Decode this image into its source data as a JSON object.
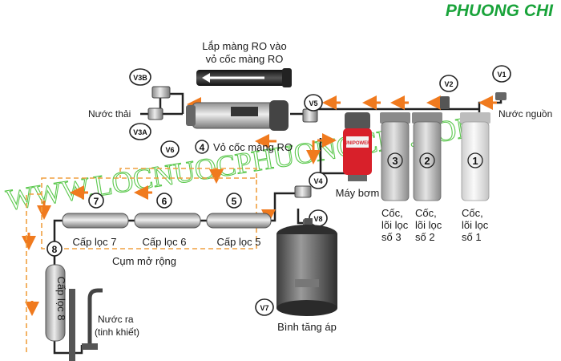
{
  "brand": "PHUONG CHI",
  "watermark": "WWW.LOCNUOCPHUONGCHI.COM",
  "ro_note_line1": "Lắp màng RO  vào",
  "ro_note_line2": "vỏ cốc màng RO",
  "labels": {
    "waste_water": "Nước thải",
    "source_water": "Nước nguồn",
    "ro_housing": "Vỏ cốc màng RO",
    "pump": "Máy bơm",
    "cup3_l1": "Cốc,",
    "cup3_l2": "lõi lọc",
    "cup3_l3": "số 3",
    "cup2_l1": "Cốc,",
    "cup2_l2": "lõi lọc",
    "cup2_l3": "số 2",
    "cup1_l1": "Cốc,",
    "cup1_l2": "lõi lọc",
    "cup1_l3": "số 1",
    "stage5": "Cấp lọc 5",
    "stage6": "Cấp lọc 6",
    "stage7": "Cấp lọc 7",
    "stage8": "Cấp lọc 8",
    "expansion": "Cụm mở rộng",
    "tank": "Bình tăng áp",
    "outlet_l1": "Nước ra",
    "outlet_l2": "(tinh khiết)",
    "pump_brand": "UNIPOWER"
  },
  "valves": {
    "v1": "V1",
    "v2": "V2",
    "v3a": "V3A",
    "v3b": "V3B",
    "v4": "V4",
    "v5": "V5",
    "v6": "V6",
    "v7": "V7",
    "v8": "V8"
  },
  "numbers": {
    "n1": "1",
    "n2": "2",
    "n3": "3",
    "n4": "4",
    "n5": "5",
    "n6": "6",
    "n7": "7",
    "n8": "8"
  },
  "colors": {
    "brand": "#19a33a",
    "watermark": "#3fbf2f",
    "arrow": "#f07a1e",
    "dashed_box": "#f0a040",
    "pipe": "#222222",
    "pump_red": "#d8202a"
  }
}
